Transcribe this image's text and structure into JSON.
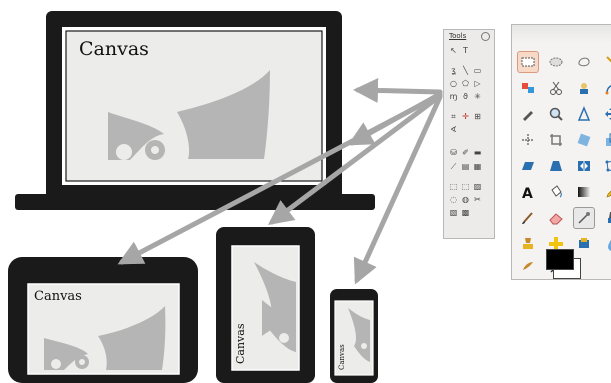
{
  "devices": {
    "laptop_canvas_label": "Canvas",
    "tablet_canvas_label": "Canvas",
    "portrait_tablet_canvas_label": "Canvas",
    "phone_canvas_label": "Canvas"
  },
  "toolbox_small": {
    "title": "Tools"
  },
  "colors": {
    "device_frame": "#1a1a1a",
    "screen_background": "#ececea",
    "watermark": "#b5b5b5",
    "arrow": "#a6a6a6"
  }
}
